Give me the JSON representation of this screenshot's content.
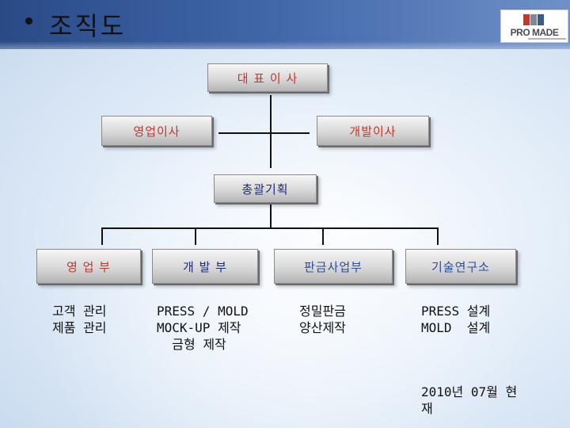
{
  "slide": {
    "bullet": "•",
    "title": "조직도",
    "logo": {
      "text": "PRO MADE"
    }
  },
  "org": {
    "ceo": "대 표 이 사",
    "sales_director": "영업이사",
    "dev_director": "개발이사",
    "planning": "총괄기획",
    "departments": [
      {
        "name": "영 업 부",
        "duties": "고객 관리\n제품 관리"
      },
      {
        "name": "개 발 부",
        "duties": "PRESS / MOLD\nMOCK-UP 제작\n  금형 제작"
      },
      {
        "name": "판금사업부",
        "duties": "정밀판금\n양산제작"
      },
      {
        "name": "기술연구소",
        "duties": "PRESS 설계\nMOLD  설계"
      }
    ],
    "as_of": "2010년 07월 현\n재"
  },
  "colors": {
    "header": "#3f65a8",
    "red_text": "#c0392b",
    "navy_text": "#1a2a7a",
    "blue_text": "#2b4d9e"
  }
}
